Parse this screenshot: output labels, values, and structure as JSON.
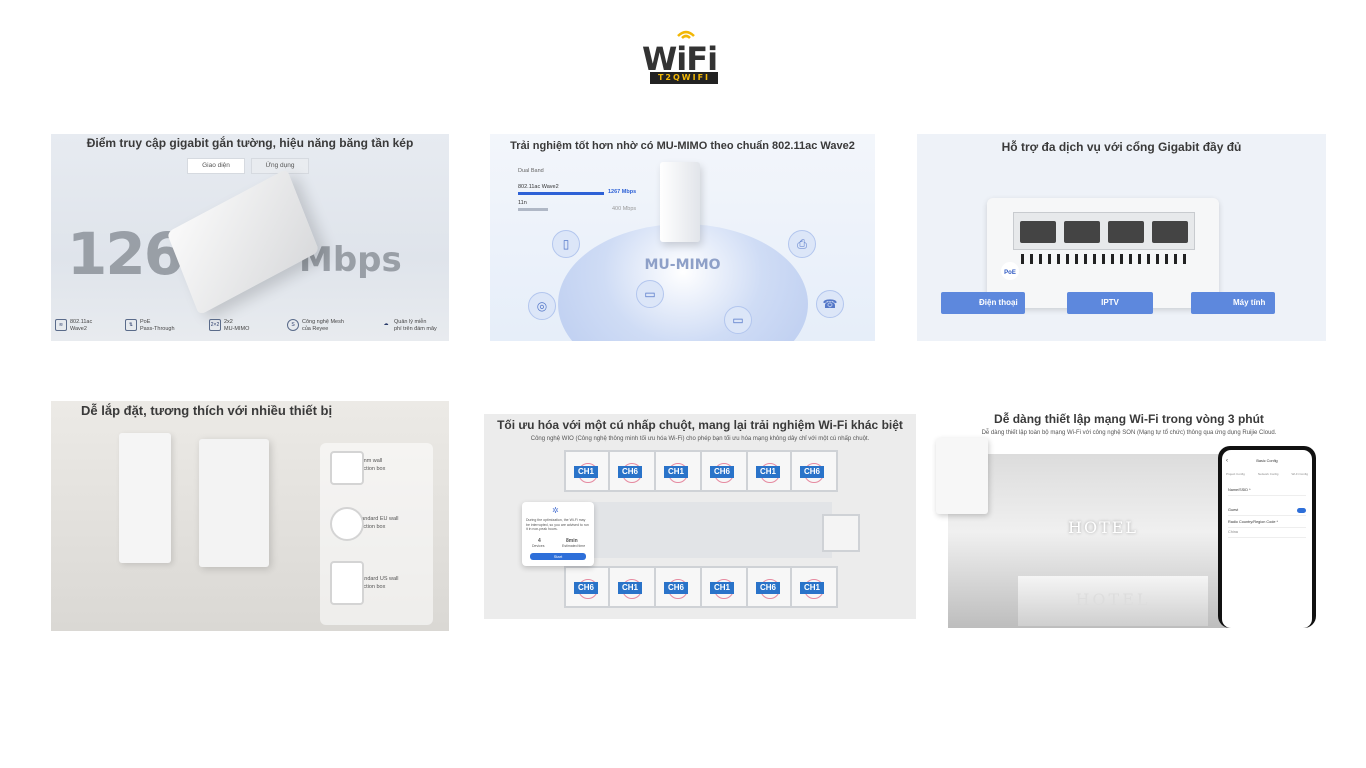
{
  "logo": {
    "wordmark": "WiFi",
    "tagline": "T2QWIFI",
    "accent": "#f2b705"
  },
  "panels": {
    "p1": {
      "title": "Điểm truy cập gigabit gắn tường, hiệu năng băng tần kép",
      "tabs": [
        "Giao diện",
        "Ứng dụng"
      ],
      "big_number": "1267",
      "big_unit": "Mbps",
      "features": [
        {
          "icon": "wifi-icon",
          "line1": "802.11ac",
          "line2": "Wave2"
        },
        {
          "icon": "poe-icon",
          "line1": "PoE",
          "line2": "Pass-Through"
        },
        {
          "icon": "mimo-icon",
          "line1": "2x2",
          "line2": "MU-MIMO"
        },
        {
          "icon": "ruijie-icon",
          "line1": "Công nghệ Mesh",
          "line2": "của Reyee"
        },
        {
          "icon": "cloud-icon",
          "line1": "Quản lý miễn",
          "line2": "phí trên đám mây"
        }
      ]
    },
    "p2": {
      "title": "Trải nghiệm tốt hơn nhờ có MU-MIMO theo chuẩn 802.11ac Wave2",
      "band_label": "Dual Band",
      "rows": [
        {
          "label": "802.11ac Wave2",
          "value": "1267 Mbps"
        },
        {
          "label": "11n",
          "value": "400 Mbps"
        }
      ],
      "center_label": "MU-MIMO"
    },
    "p3": {
      "title": "Hỗ trợ đa dịch vụ với cổng Gigabit đầy đủ",
      "poe_label": "PoE",
      "tags": [
        "Điện thoại",
        "IPTV",
        "Máy tính"
      ]
    },
    "p4": {
      "title": "Dễ lắp đặt, tương thích với nhiều thiết bị",
      "junction_boxes": [
        {
          "line1": "86mm wall",
          "line2": "junction box"
        },
        {
          "line1": "Standard EU wall",
          "line2": "junction box"
        },
        {
          "line1": "Standard US wall",
          "line2": "junction box"
        }
      ]
    },
    "p5": {
      "title": "Tối ưu hóa với một cú nhấp chuột, mang lại trải nghiệm Wi-Fi khác biệt",
      "subtitle": "Công nghệ WIO (Công nghệ thông minh tối ưu hóa Wi-Fi) cho phép bạn tối ưu hóa mạng không dây chỉ với một cú nhấp chuột.",
      "channels_top": [
        "CH1",
        "CH6",
        "CH1",
        "CH6",
        "CH1",
        "CH6"
      ],
      "channels_bottom": [
        "CH6",
        "CH1",
        "CH6",
        "CH1",
        "CH6",
        "CH1"
      ],
      "dialog": {
        "text": "During the optimization, the Wi-Fi may be interrupted, so you are advised to run it in non-peak hours.",
        "stat1_value": "4",
        "stat1_label": "Devices",
        "stat2_value": "8min",
        "stat2_label": "Estimated time",
        "button": "Start"
      }
    },
    "p6": {
      "title": "Dễ dàng thiết lập mạng Wi-Fi trong vòng 3 phút",
      "subtitle": "Dễ dàng thiết lập toàn bộ mạng Wi-Fi với công nghệ SON (Mạng tự tổ chức) thông qua ứng dụng Ruijie Cloud.",
      "hotel_sign": "HOTEL",
      "desk_sign": "HOTEL",
      "phone": {
        "header": "Basic Config",
        "steps": [
          "Project Config",
          "Network Config",
          "Wi-Fi Config"
        ],
        "rows": [
          "Name/SSID *",
          "Guest",
          "Radio Country/Region Code *",
          "China"
        ]
      }
    }
  }
}
